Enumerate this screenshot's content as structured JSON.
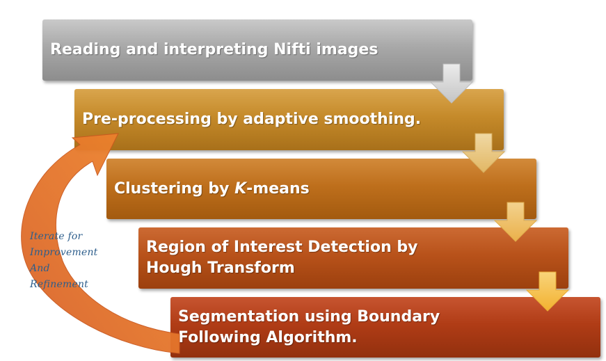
{
  "steps": [
    {
      "label": "Reading and interpreting Nifti images"
    },
    {
      "label": "Pre-processing by adaptive smoothing."
    },
    {
      "label_before": "Clustering by ",
      "label_k": "K",
      "label_after": "-means"
    },
    {
      "label": "Region of Interest Detection by Hough Transform"
    },
    {
      "label": "Segmentation using Boundary Following Algorithm."
    }
  ],
  "loop": {
    "lines": [
      "Iterate for",
      "Improvement",
      "And",
      "Refinement"
    ]
  },
  "colors": {
    "step_1": "#a8a8a8",
    "step_2": "#c58a2a",
    "step_3": "#be6f1c",
    "step_4": "#b8521a",
    "step_5": "#b03c16",
    "connector_gray": "#d0d0d0",
    "connector_gold": "#f5c25a",
    "loop_arrow": "#e8782a",
    "loop_text": "#2d5e8c"
  },
  "icons": [
    "chevron-down-arrow",
    "curved-return-arrow"
  ]
}
